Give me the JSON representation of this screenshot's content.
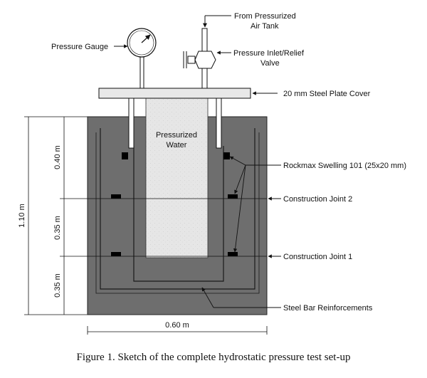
{
  "labels": {
    "from_tank_line1": "From Pressurized",
    "from_tank_line2": "Air Tank",
    "pressure_gauge": "Pressure Gauge",
    "valve_line1": "Pressure Inlet/Relief",
    "valve_line2": "Valve",
    "plate_cover": "20 mm Steel Plate Cover",
    "water_line1": "Pressurized",
    "water_line2": "Water",
    "swelling": "Rockmax Swelling 101 (25x20 mm)",
    "joint2": "Construction Joint 2",
    "joint1": "Construction Joint 1",
    "reinforcement": "Steel Bar Reinforcements"
  },
  "dimensions": {
    "total_height": "1.10 m",
    "seg_top": "0.40 m",
    "seg_middle": "0.35 m",
    "seg_bottom": "0.35 m",
    "width": "0.60 m"
  },
  "caption": "Figure 1. Sketch of the complete hydrostatic pressure test set-up",
  "colors": {
    "concrete": "#6e6e6e",
    "water": "#e6e6e6",
    "plate": "#e8e8e8",
    "line": "#111111"
  }
}
